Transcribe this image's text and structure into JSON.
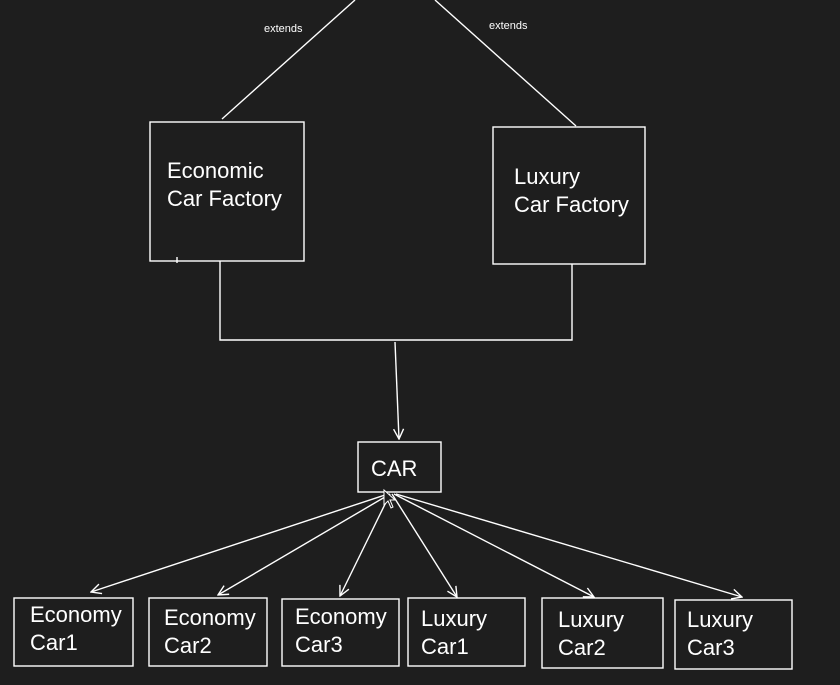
{
  "colors": {
    "background": "#1e1e1e",
    "stroke": "#ffffff",
    "text": "#ffffff"
  },
  "edges": {
    "left_extends": "extends",
    "right_extends": "extends"
  },
  "factories": {
    "economic": {
      "line1": "Economic",
      "line2": "Car Factory"
    },
    "luxury": {
      "line1": "Luxury",
      "line2": "Car Factory"
    }
  },
  "car": {
    "label": "CAR"
  },
  "cars": [
    {
      "line1": "Economy",
      "line2": "Car1"
    },
    {
      "line1": "Economy",
      "line2": "Car2"
    },
    {
      "line1": "Economy",
      "line2": "Car3"
    },
    {
      "line1": "Luxury",
      "line2": "Car1"
    },
    {
      "line1": "Luxury",
      "line2": "Car2"
    },
    {
      "line1": "Luxury",
      "line2": "Car3"
    }
  ]
}
